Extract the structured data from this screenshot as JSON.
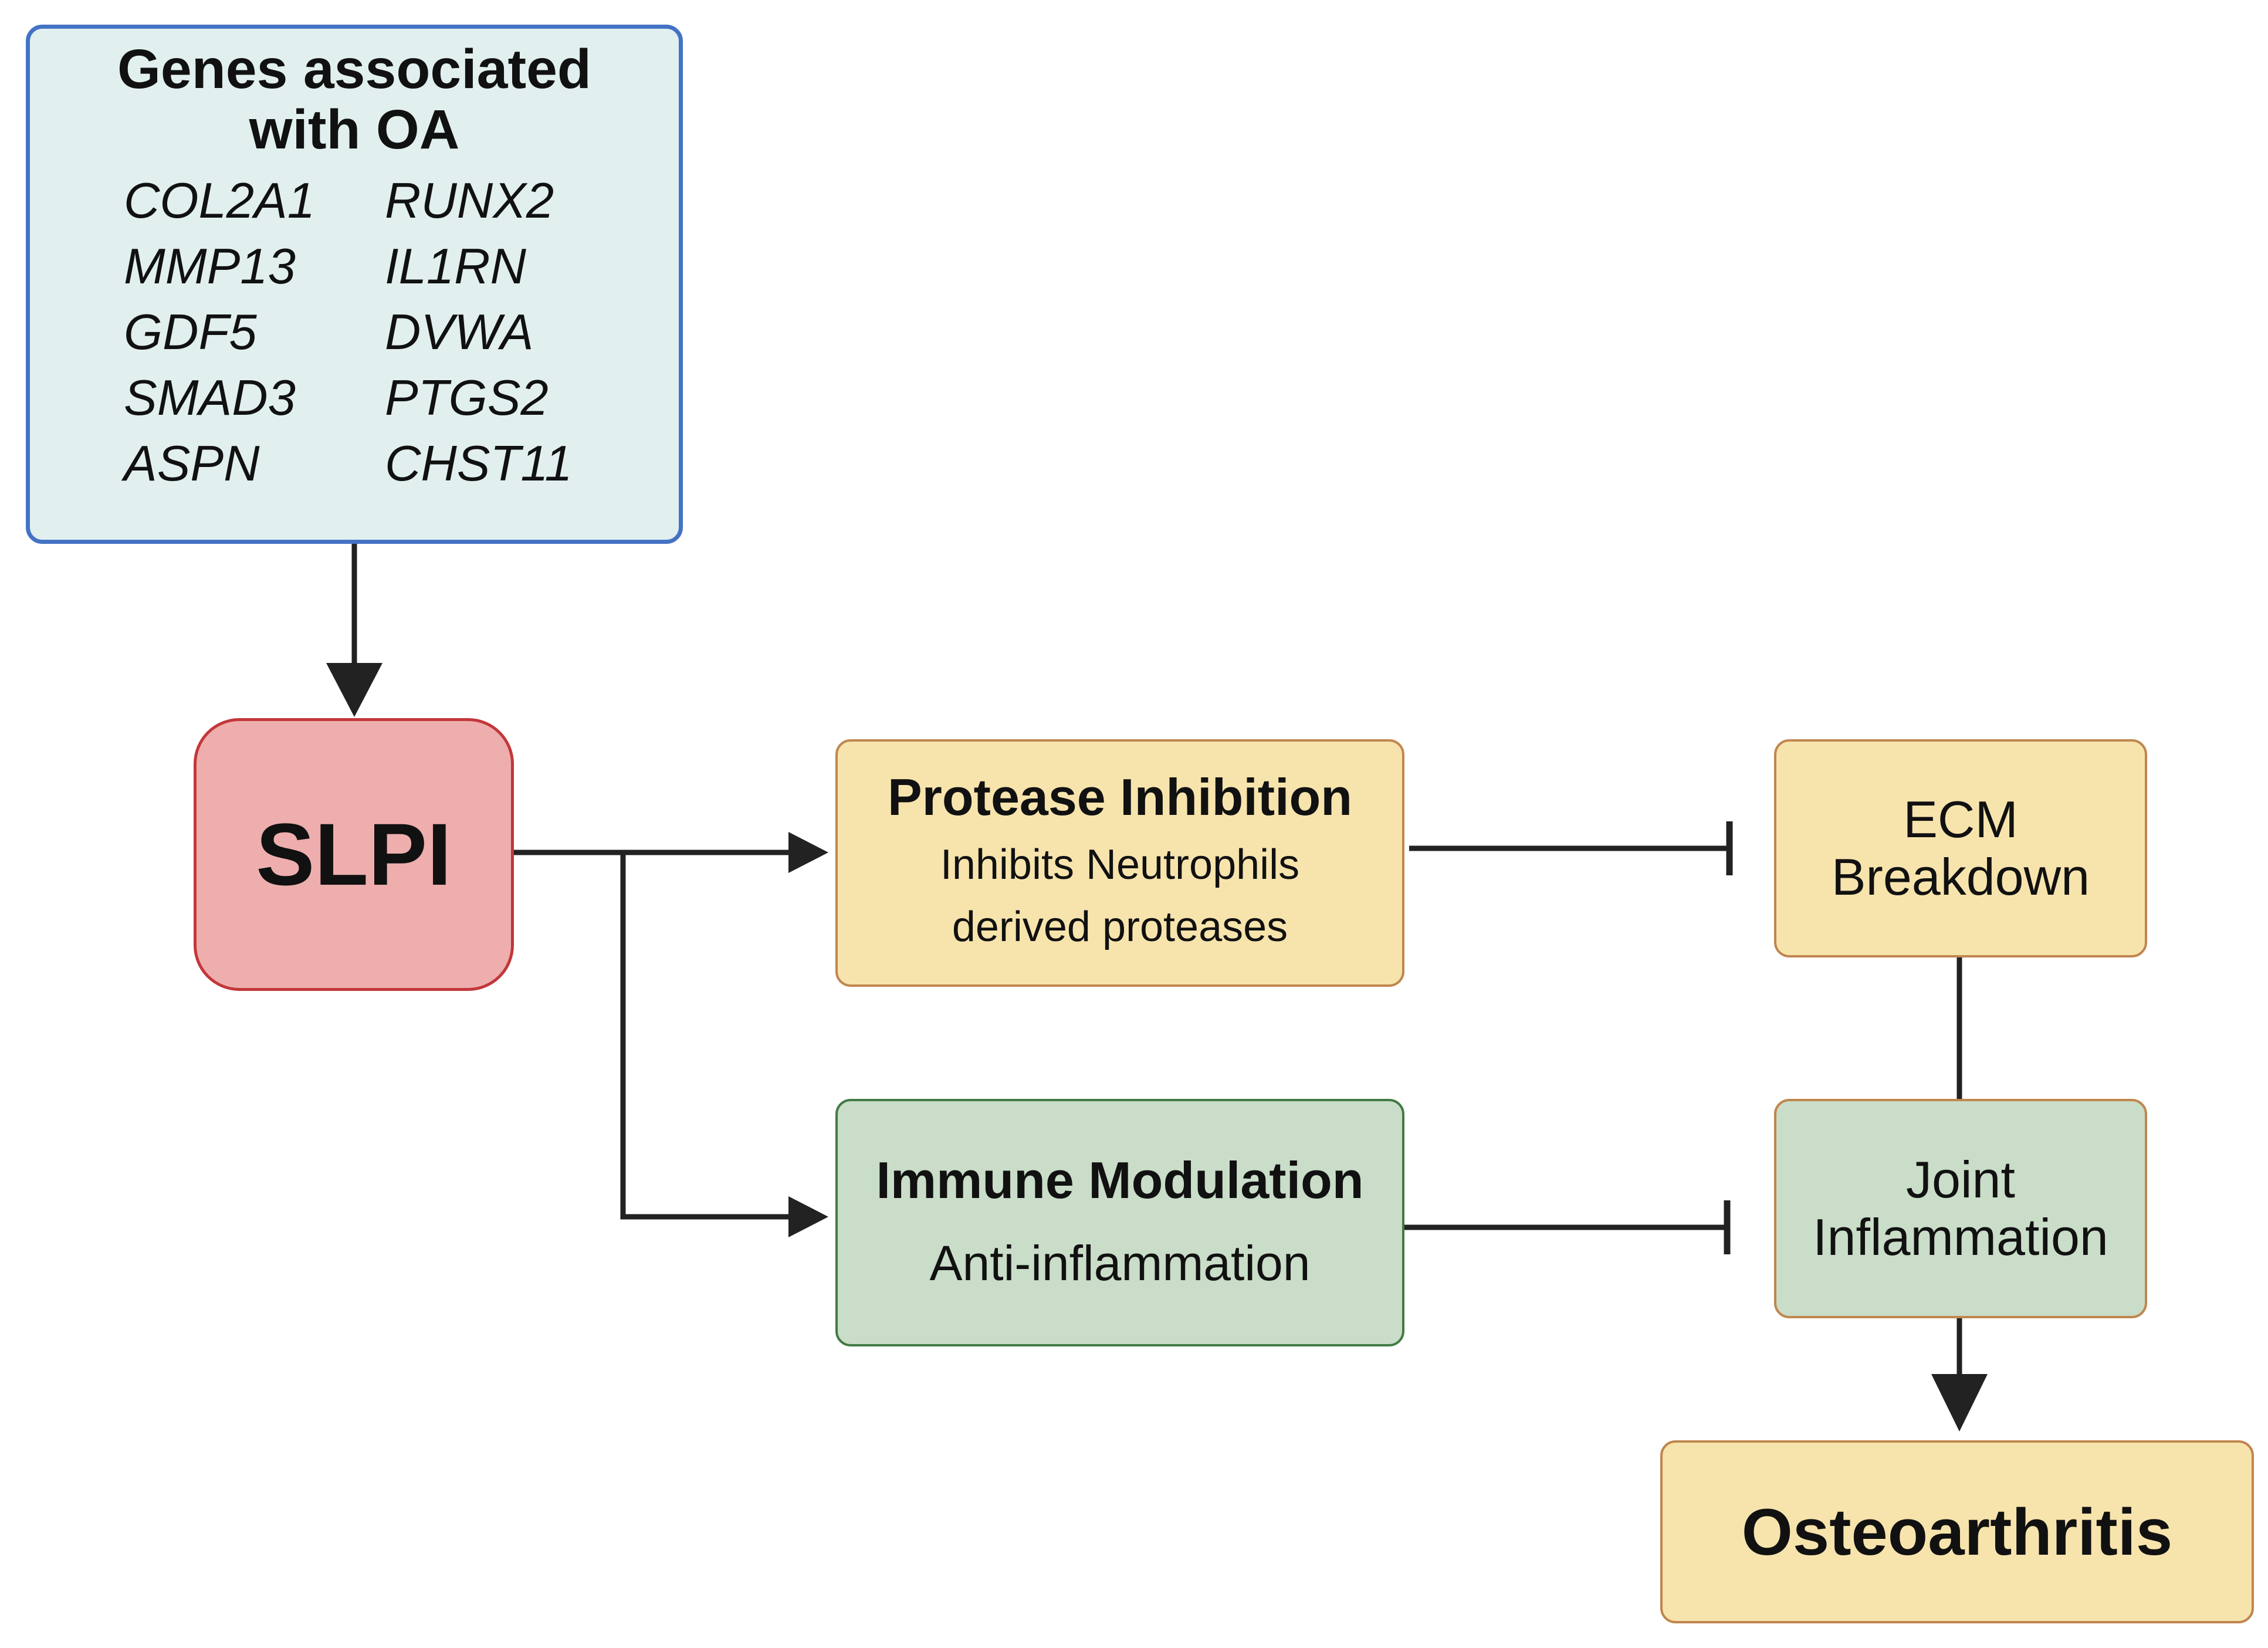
{
  "genes_box": {
    "title_line1": "Genes associated",
    "title_line2": "with OA",
    "genes_left": [
      "COL2A1",
      "MMP13",
      "GDF5",
      "SMAD3",
      "ASPN"
    ],
    "genes_right": [
      "RUNX2",
      "IL1RN",
      "DVWA",
      "PTGS2",
      "CHST11"
    ]
  },
  "slpi": {
    "label": "SLPI"
  },
  "protease": {
    "title": "Protease Inhibition",
    "sub_line1": "Inhibits Neutrophils",
    "sub_line2": "derived proteases"
  },
  "immune": {
    "title": "Immune Modulation",
    "sub": "Anti-inflammation"
  },
  "ecm": {
    "label": "ECM\nBreakdown"
  },
  "joint": {
    "label": "Joint\nInflammation"
  },
  "outcome": {
    "label": "Osteoarthritis"
  },
  "colors": {
    "genes_fill": "#e1f0ee",
    "genes_border": "#4472c4",
    "slpi_fill": "#eeaeae",
    "slpi_border": "#c2373a",
    "yellow_fill": "#f7e4ad",
    "yellow_border": "#c0864e",
    "green_fill": "#c9ddc8",
    "green_border": "#427a44",
    "connector": "#222222"
  },
  "edges": [
    {
      "from": "genes_box",
      "to": "slpi",
      "type": "arrow"
    },
    {
      "from": "slpi",
      "to": "protease",
      "type": "arrow"
    },
    {
      "from": "slpi",
      "to": "immune",
      "type": "arrow"
    },
    {
      "from": "protease",
      "to": "ecm",
      "type": "inhibition"
    },
    {
      "from": "immune",
      "to": "joint",
      "type": "inhibition"
    },
    {
      "from": "ecm",
      "to": "joint",
      "type": "line"
    },
    {
      "from": "joint",
      "to": "outcome",
      "type": "arrow"
    }
  ]
}
